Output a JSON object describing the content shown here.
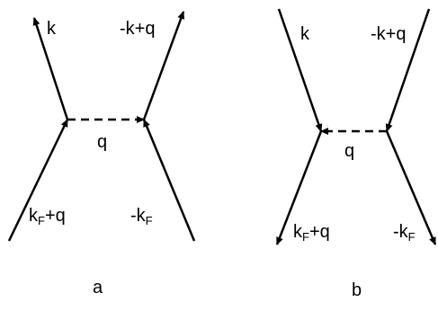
{
  "diagram_a": {
    "label_k": "k",
    "label_mkq": "-k+q",
    "label_q": "q",
    "label_kFq_main": "k",
    "label_kFq_sub": "F",
    "label_kFq_rest": "+q",
    "label_mkF_main": "-k",
    "label_mkF_sub": "F",
    "caption": "a"
  },
  "diagram_b": {
    "label_k": "k",
    "label_mkq": "-k+q",
    "label_q": "q",
    "label_kFq_main": "k",
    "label_kFq_sub": "F",
    "label_kFq_rest": "+q",
    "label_mkF_main": "-k",
    "label_mkF_sub": "F",
    "caption": "b"
  },
  "colors": {
    "line": "#000000",
    "background": "#ffffff"
  }
}
